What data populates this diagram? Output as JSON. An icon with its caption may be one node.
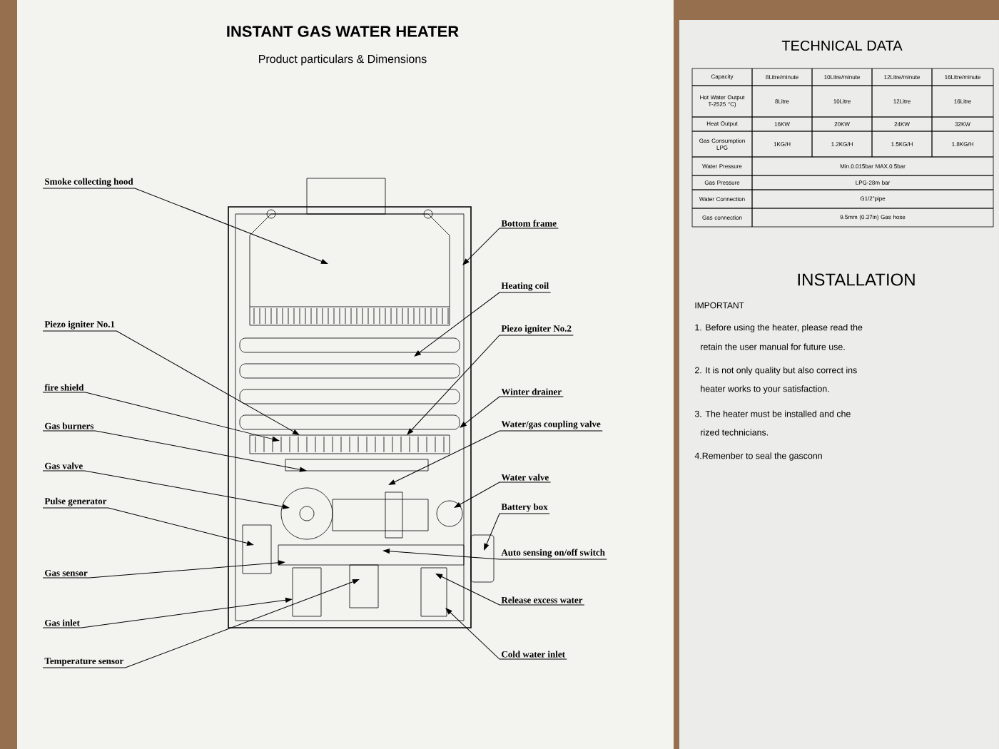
{
  "diagram": {
    "title": "INSTANT GAS WATER HEATER",
    "nodes": [
      {
        "text": [
          "Smoke collecting hood"
        ]
      },
      {
        "text": [
          "Piezo igniter No.1"
        ]
      },
      {
        "text": [
          "fire shield"
        ]
      },
      {
        "text": [
          "Gas burners"
        ]
      },
      {
        "text": [
          "Gas valve"
        ]
      },
      {
        "text": [
          "Pulse generator"
        ]
      },
      {
        "text": [
          "Gas sensor"
        ]
      },
      {
        "text": [
          "Gas inlet"
        ]
      },
      {
        "text": [
          "Temperature sensor"
        ]
      },
      {
        "text": [
          "Bottom frame"
        ]
      },
      {
        "text": [
          "Heating coil"
        ]
      },
      {
        "text": [
          "Piezo igniter No.2"
        ]
      },
      {
        "text": [
          "Winter drainer"
        ]
      },
      {
        "text": [
          "Water/gas coupling valve"
        ]
      },
      {
        "text": [
          "Water valve"
        ]
      },
      {
        "text": [
          "Battery box"
        ]
      },
      {
        "text": [
          "Auto sensing on/off switch"
        ]
      },
      {
        "text": [
          "Release excess water"
        ]
      },
      {
        "text": [
          "Cold water inlet"
        ]
      }
    ],
    "edges": [
      {
        "from": 0,
        "to": null,
        "arrow": "to"
      },
      {
        "from": 1,
        "to": null,
        "arrow": "to"
      },
      {
        "from": 2,
        "to": null,
        "arrow": "to"
      },
      {
        "from": 3,
        "to": null,
        "arrow": "to"
      },
      {
        "from": 4,
        "to": null,
        "arrow": "to"
      },
      {
        "from": 5,
        "to": null,
        "arrow": "to"
      },
      {
        "from": 6,
        "to": null,
        "arrow": "to"
      },
      {
        "from": 7,
        "to": null,
        "arrow": "to"
      },
      {
        "from": 8,
        "to": null,
        "arrow": "to"
      },
      {
        "from": 9,
        "to": null,
        "arrow": "to"
      },
      {
        "from": 10,
        "to": null,
        "arrow": "to"
      },
      {
        "from": 11,
        "to": null,
        "arrow": "to"
      },
      {
        "from": 12,
        "to": null,
        "arrow": "to"
      },
      {
        "from": 13,
        "to": null,
        "arrow": "to"
      },
      {
        "from": 14,
        "to": null,
        "arrow": "to"
      },
      {
        "from": 15,
        "to": null,
        "arrow": "to"
      },
      {
        "from": 16,
        "to": null,
        "arrow": "to"
      },
      {
        "from": 17,
        "to": null,
        "arrow": "to"
      },
      {
        "from": 18,
        "to": null,
        "arrow": "to"
      }
    ],
    "labels": [
      "Product particulars & Dimensions",
      "TECHNICAL DATA",
      "Capacity",
      "8Litre/minute",
      "10Litre/minute",
      "12Litre/minute",
      "16Litre/minute",
      "Hot Water Output T-2525 °C)",
      "8Litre",
      "10Litre",
      "12Litre",
      "16Litre",
      "Heat Output",
      "16KW",
      "20KW",
      "24KW",
      "32KW",
      "Gas Consumption LPG",
      "1KG/H",
      "1.2KG/H",
      "1.5KG/H",
      "1.8KG/H",
      "Water Pressure",
      "Min.0.015bar MAX.0.5bar",
      "Gas Pressure",
      "LPG-28m bar",
      "Water Connection",
      "G1/2\"pipe",
      "Gas connection",
      "9.5mm (0.37in) Gas hose",
      "INSTALLATION",
      "IMPORTANT",
      "1. Before using the heater, please read the",
      "retain the user manual for future use.",
      "2. It is not only quality but also correct ins",
      "heater works to your satisfaction.",
      "3. The heater must be installed and che",
      "rized technicians.",
      "4.Remenber to seal the gasconn"
    ]
  }
}
